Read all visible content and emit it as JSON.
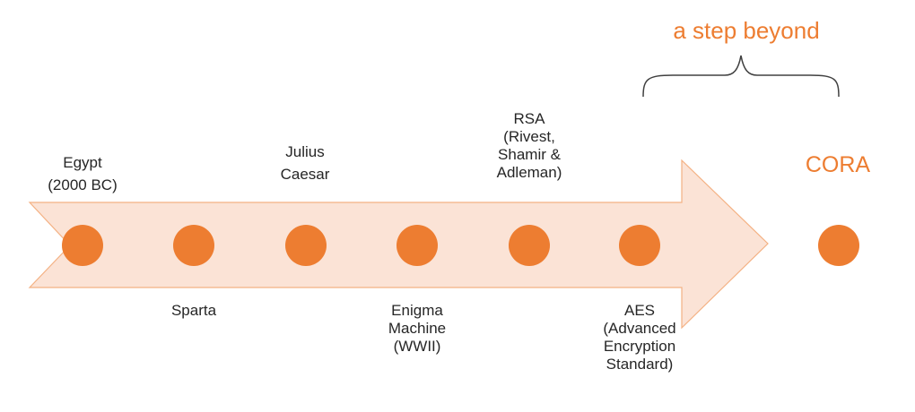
{
  "timeline": {
    "arrow_fill": "#fbe3d6",
    "arrow_stroke": "#f4b183",
    "dot_color": "#ed7d31",
    "events": [
      {
        "label": "Egypt\n(2000 BC)"
      },
      {
        "label": "Sparta"
      },
      {
        "label": "Julius\nCaesar"
      },
      {
        "label": "Enigma\nMachine\n(WWII)"
      },
      {
        "label": "RSA\n(Rivest,\nShamir &\nAdleman)"
      },
      {
        "label": "AES\n(Advanced\nEncryption\nStandard)"
      }
    ]
  },
  "future": {
    "label": "CORA",
    "bracket_label": "a step beyond",
    "color": "#ed7d31"
  }
}
